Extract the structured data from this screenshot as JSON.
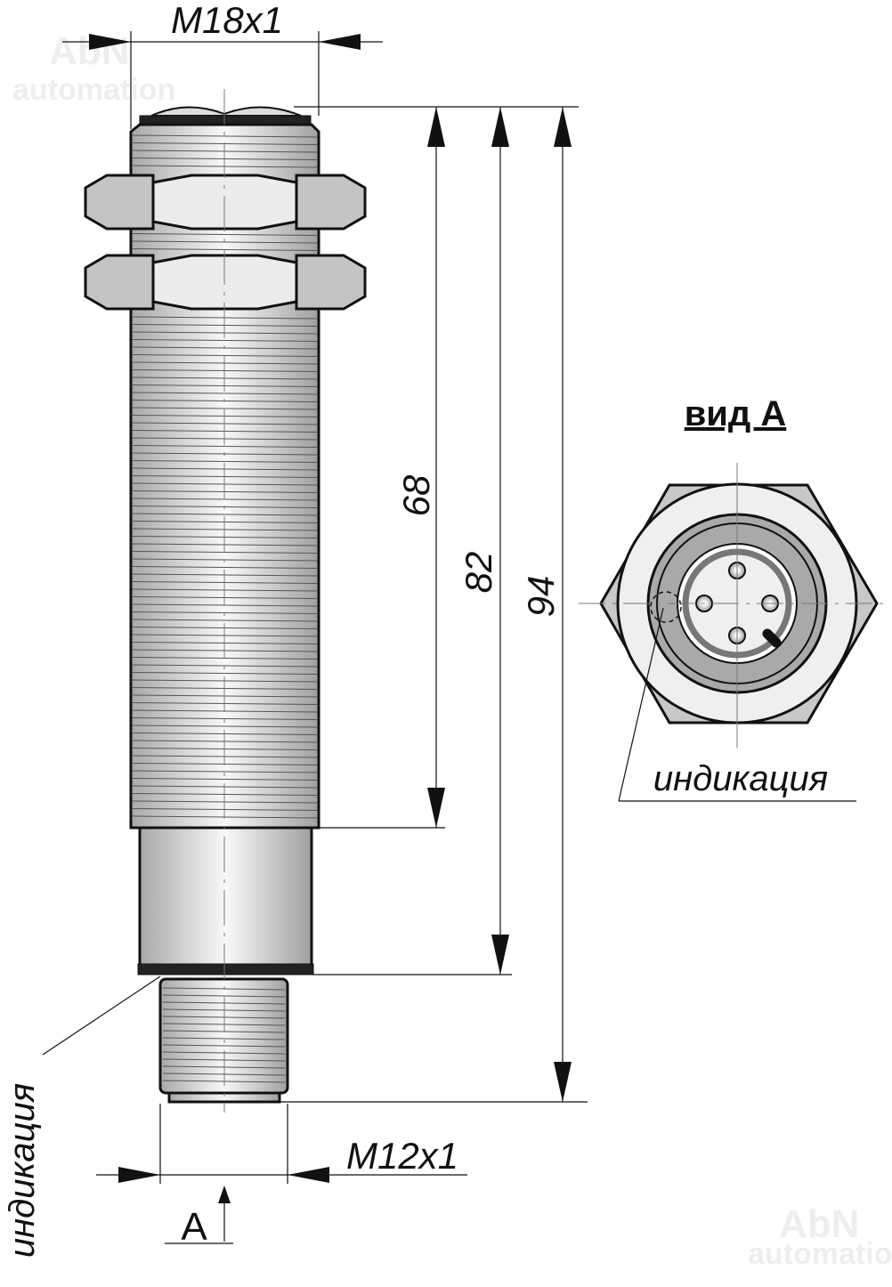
{
  "watermark": {
    "line1": "AbN",
    "line2": "automation"
  },
  "dimensions": {
    "thread_top": "M18x1",
    "thread_bottom": "M12x1",
    "length_thread": "68",
    "length_body": "82",
    "length_total": "94"
  },
  "view_label": "A",
  "view_title": "вид A",
  "indication_label": "индикация",
  "colors": {
    "metal": "#d0d0d0",
    "light": "#efefef",
    "dark": "#9a9a9a",
    "line": "#111111"
  }
}
